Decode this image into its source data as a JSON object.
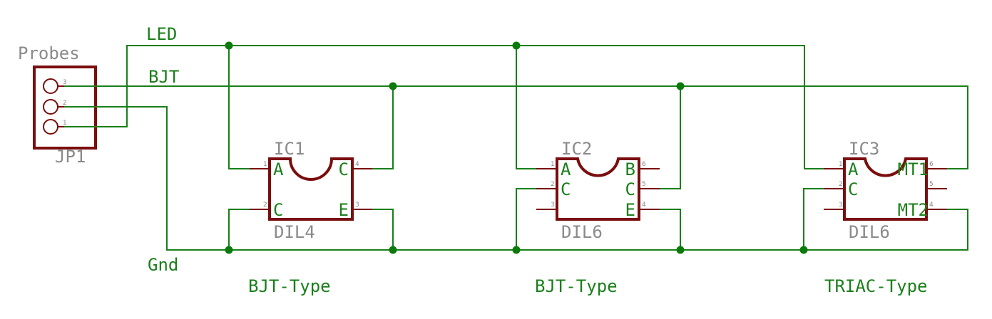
{
  "nets": {
    "led": "LED",
    "bjt": "BJT",
    "gnd": "Gnd"
  },
  "connector": {
    "title": "Probes",
    "name": "JP1",
    "pins": [
      "3",
      "2",
      "1"
    ]
  },
  "parts": [
    {
      "name": "IC1",
      "package": "DIL4",
      "type_label": "BJT-Type",
      "left_pins": [
        {
          "num": "1",
          "label": "A"
        },
        {
          "num": "2",
          "label": "C"
        }
      ],
      "right_pins": [
        {
          "num": "4",
          "label": "C"
        },
        {
          "num": "3",
          "label": "E"
        }
      ]
    },
    {
      "name": "IC2",
      "package": "DIL6",
      "type_label": "BJT-Type",
      "left_pins": [
        {
          "num": "1",
          "label": "A"
        },
        {
          "num": "2",
          "label": "C"
        },
        {
          "num": "3",
          "label": ""
        }
      ],
      "right_pins": [
        {
          "num": "6",
          "label": "B"
        },
        {
          "num": "5",
          "label": "C"
        },
        {
          "num": "4",
          "label": "E"
        }
      ]
    },
    {
      "name": "IC3",
      "package": "DIL6",
      "type_label": "TRIAC-Type",
      "left_pins": [
        {
          "num": "1",
          "label": "A"
        },
        {
          "num": "2",
          "label": "C"
        },
        {
          "num": "3",
          "label": ""
        }
      ],
      "right_pins": [
        {
          "num": "6",
          "label": "MT1"
        },
        {
          "num": "5",
          "label": ""
        },
        {
          "num": "4",
          "label": "MT2"
        }
      ]
    }
  ],
  "colors": {
    "wire": "#1a7f1a",
    "symbol": "#7a0d0d",
    "name_text": "#8a8a8a"
  }
}
